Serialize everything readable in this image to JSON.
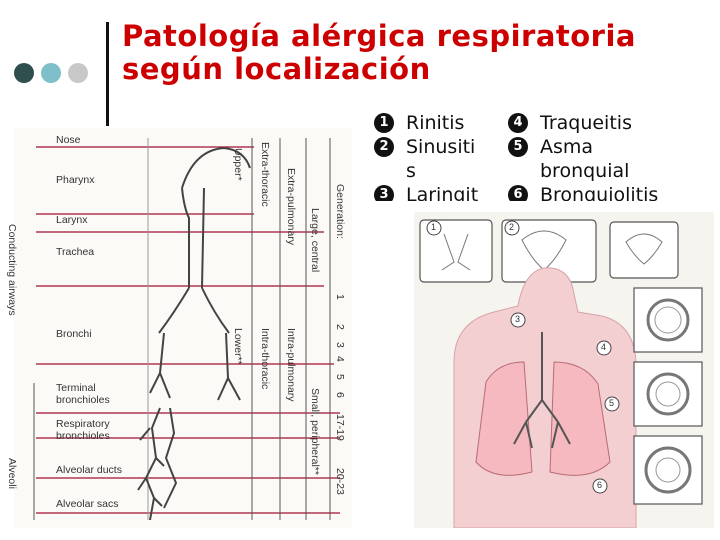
{
  "title": {
    "line1": "Patología alérgica respiratoria",
    "line2": "según localización"
  },
  "colors": {
    "title": "#cc0000",
    "dot_dark": "#2f4f4f",
    "dot_teal": "#7fbfc9",
    "dot_gray": "#c8c8c8",
    "border_line": "#a01030"
  },
  "list": {
    "left": [
      {
        "n": "1",
        "label": "Rinitis"
      },
      {
        "n": "2",
        "label": "Sinusiti"
      },
      {
        "n": "",
        "label": "s"
      },
      {
        "n": "3",
        "label": "Laringit"
      }
    ],
    "right": [
      {
        "n": "4",
        "label": "Traqueitis"
      },
      {
        "n": "5",
        "label": "Asma"
      },
      {
        "n": "",
        "label": "bronquial"
      },
      {
        "n": "6",
        "label": "Bronquiolitis"
      }
    ]
  },
  "figure_left": {
    "rows": [
      "Nose",
      "Pharynx",
      "Larynx",
      "Trachea",
      "Bronchi",
      "Terminal bronchioles",
      "Respiratory bronchioles",
      "Alveolar ducts",
      "Alveolar sacs"
    ],
    "side_conducting": "Conducting airways",
    "side_alveoli": "Alveoli",
    "col_upper": "Upper*",
    "col_lower": "Lower**",
    "col_extra_thoracic": "Extra-thoracic",
    "col_intra_thoracic": "Intra-thoracic",
    "col_extra_pulmonary": "Extra-pulmonary",
    "col_intra_pulmonary": "Intra-pulmonary",
    "col_large_central": "Large, central",
    "col_small_peripheral": "Small, peripheral**",
    "generation_header": "Generation:",
    "generations": [
      "1",
      "2",
      "3",
      "4",
      "5",
      "6",
      "17-19",
      "20-23"
    ]
  },
  "figure_right": {
    "callouts": [
      "1",
      "2",
      "3",
      "4",
      "5",
      "6"
    ]
  }
}
